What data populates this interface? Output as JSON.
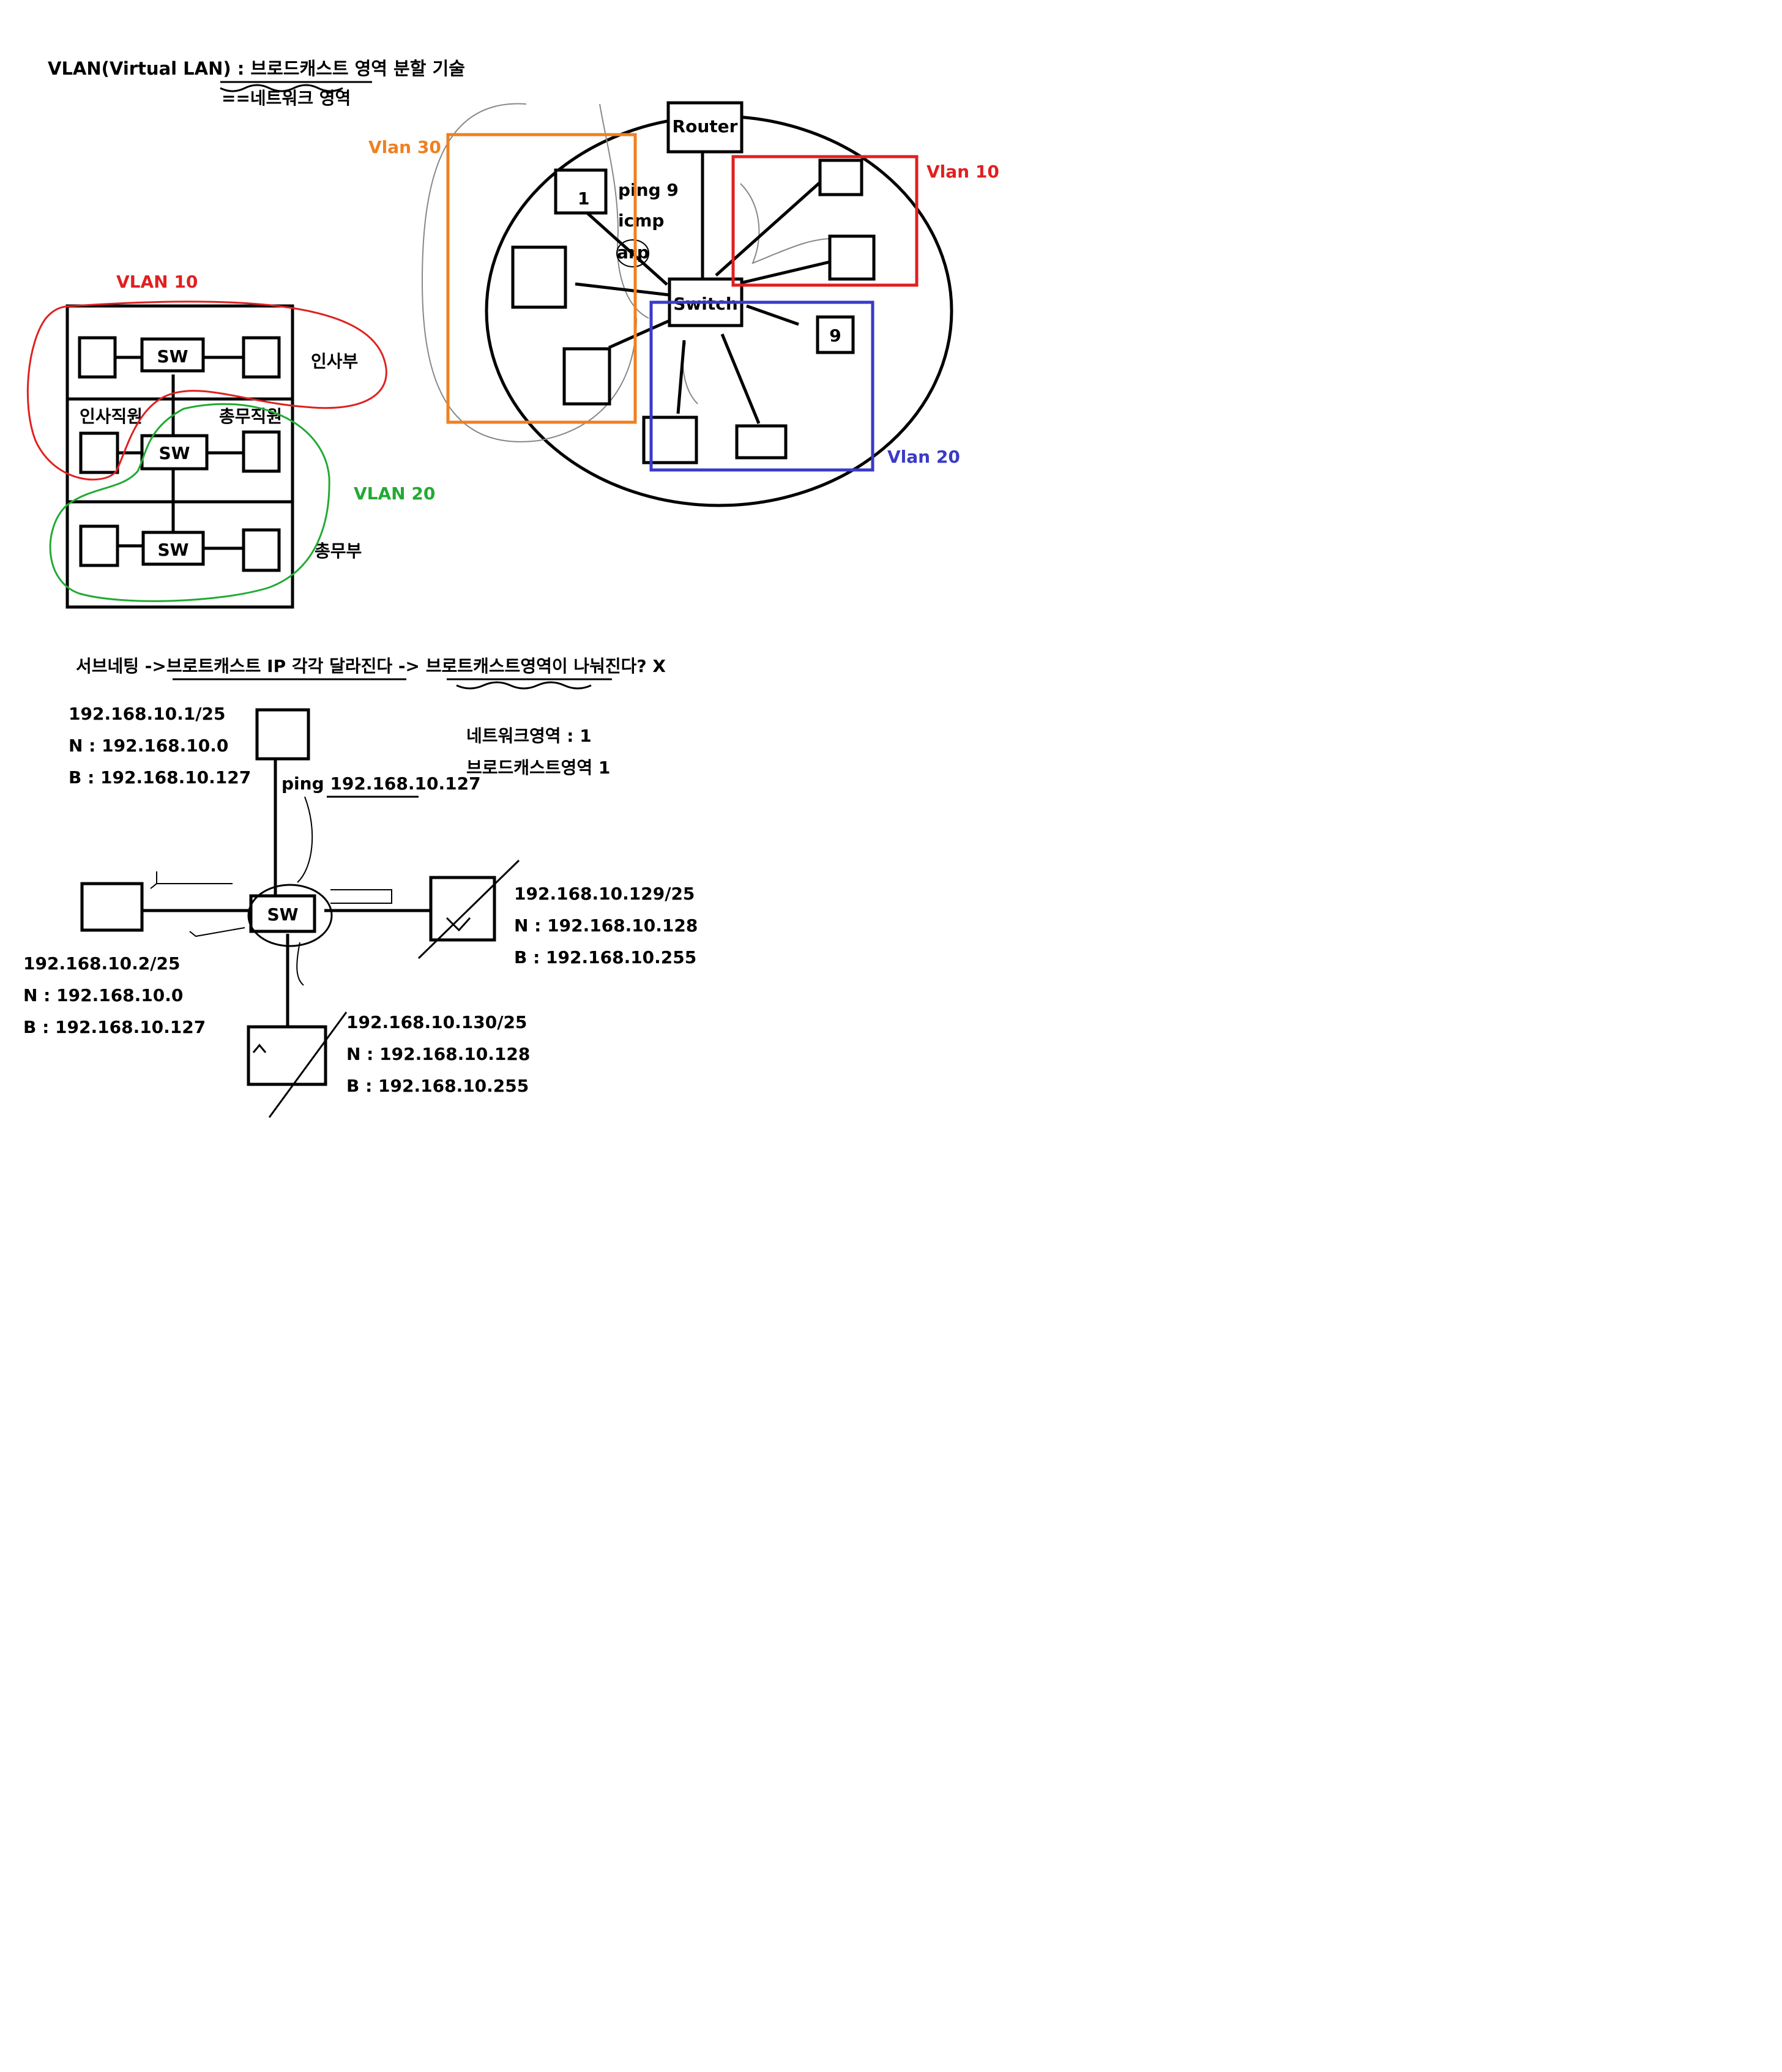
{
  "colors": {
    "red": "#e02020",
    "green": "#22aa33",
    "orange": "#f08020",
    "blue": "#3a3ac8",
    "ink": "#000000",
    "sketch": "#888888"
  },
  "header": {
    "title": "VLAN(Virtual LAN)  : 브로드캐스트 영역 분할 기술",
    "subtitle": "==네트워크 영역"
  },
  "building": {
    "vlan10_label": "VLAN 10",
    "vlan20_label": "VLAN 20",
    "floor1_label": "인사부",
    "floor2_label_left": "인사직원",
    "floor2_label_right": "총무직원",
    "floor3_label": "총무부",
    "switch_label": "SW"
  },
  "network": {
    "router_label": "Router",
    "switch_label": "Switch",
    "pc1_label": "1",
    "pc9_label": "9",
    "ping_label": "ping 9",
    "icmp_label": "icmp",
    "arp_label": "arp",
    "vlan30_label": "Vlan 30",
    "vlan10_label": "Vlan 10",
    "vlan20_label": "Vlan 20"
  },
  "subnet": {
    "heading": "서브네팅 ->브로트캐스트 IP 각각 달라진다 -> 브로트캐스트영역이 나눠진다? X",
    "switch_label": "SW",
    "ping_label": "ping 192.168.10.127",
    "summary_network": "네트워크영역 : 1",
    "summary_broadcast": "브로드캐스트영역 1",
    "host_top": [
      "192.168.10.1/25",
      "N : 192.168.10.0",
      "B : 192.168.10.127"
    ],
    "host_left": [
      "192.168.10.2/25",
      "N : 192.168.10.0",
      "B : 192.168.10.127"
    ],
    "host_right": [
      "192.168.10.129/25",
      "N : 192.168.10.128",
      "B : 192.168.10.255"
    ],
    "host_bottom": [
      "192.168.10.130/25",
      "N : 192.168.10.128",
      "B : 192.168.10.255"
    ]
  }
}
